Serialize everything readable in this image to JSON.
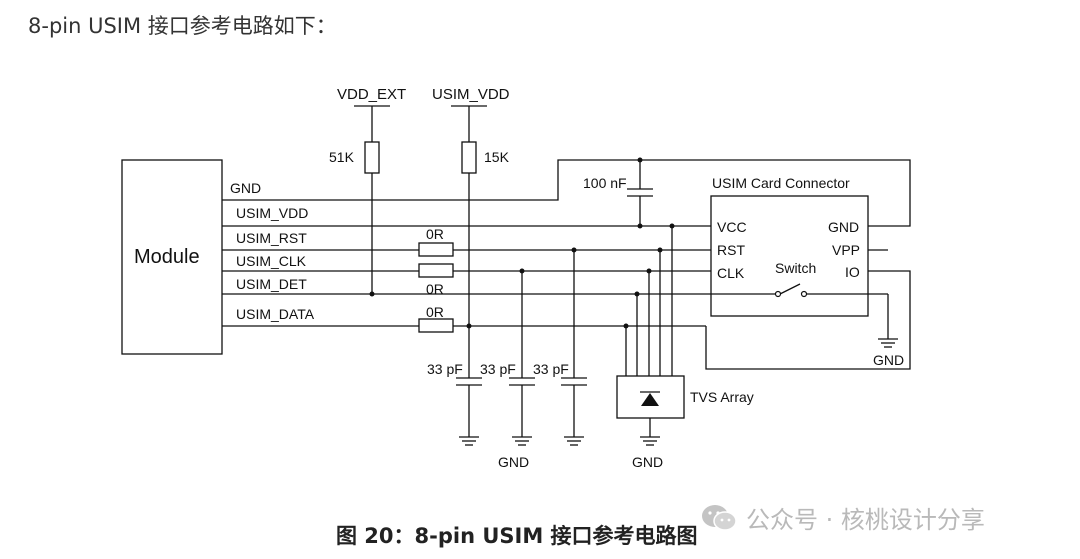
{
  "intro": "8-pin USIM 接口参考电路如下：",
  "caption": "图 20：8-pin USIM 接口参考电路图",
  "watermark": "公众号 · 核桃设计分享",
  "supplies": {
    "vdd_ext": "VDD_EXT",
    "usim_vdd": "USIM_VDD",
    "r_pullup_1": "51K",
    "r_pullup_2": "15K"
  },
  "module": {
    "label": "Module",
    "pins": {
      "gnd": "GND",
      "usim_vdd": "USIM_VDD",
      "usim_rst": "USIM_RST",
      "usim_clk": "USIM_CLK",
      "usim_det": "USIM_DET",
      "usim_data": "USIM_DATA"
    }
  },
  "resistors": {
    "r_rst": "0R",
    "r_clk": "0R",
    "r_data": "0R"
  },
  "capacitors": {
    "c_bypass": "100 nF",
    "c1": "33 pF",
    "c2": "33 pF",
    "c3": "33 pF"
  },
  "connector": {
    "title": "USIM Card Connector",
    "vcc": "VCC",
    "rst": "RST",
    "clk": "CLK",
    "gnd": "GND",
    "vpp": "VPP",
    "io": "IO",
    "switch": "Switch"
  },
  "tvs": "TVS Array",
  "grounds": {
    "gnd_right": "GND",
    "gnd_caps": "GND",
    "gnd_tvs": "GND"
  }
}
